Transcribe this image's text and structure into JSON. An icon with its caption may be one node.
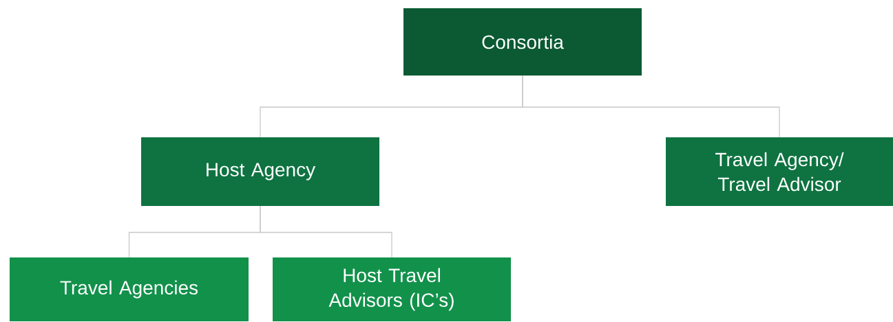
{
  "diagram": {
    "nodes": [
      {
        "text": [
          "Consortia"
        ]
      },
      {
        "text": [
          "Host Agency"
        ]
      },
      {
        "text": [
          "Travel Agency/ Travel Advisor"
        ]
      },
      {
        "text": [
          "Travel Agencies"
        ]
      },
      {
        "text": [
          "Host Travel Advisors (IC’s)"
        ]
      }
    ],
    "edges": [
      {
        "from": 0,
        "to": 1,
        "arrow": "none"
      },
      {
        "from": 0,
        "to": 2,
        "arrow": "none"
      },
      {
        "from": 1,
        "to": 3,
        "arrow": "none"
      },
      {
        "from": 1,
        "to": 4,
        "arrow": "none"
      }
    ]
  }
}
